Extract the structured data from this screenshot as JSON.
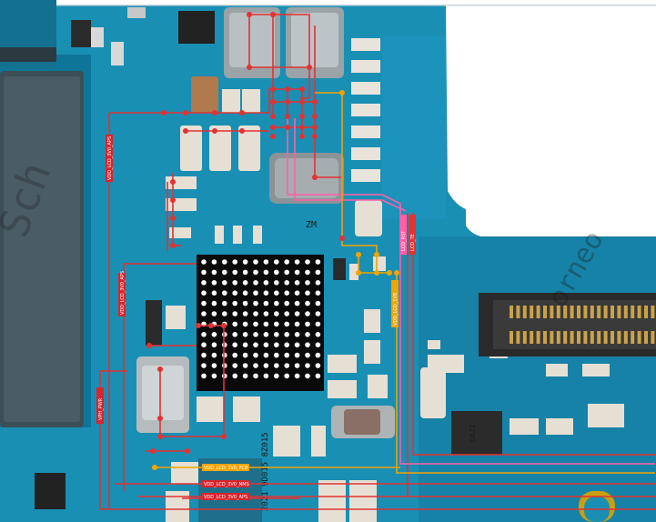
{
  "board": {
    "colors": {
      "pcb": "#1a8fb4",
      "pcb_dark": "#0d6f8e",
      "copper": "#2aa3c8",
      "background": "#ffffff",
      "trace_red": "#e23232",
      "trace_orange": "#f2a400",
      "trace_pink": "#ff5fa8",
      "trace_magenta": "#d23cbe",
      "bga_body": "#0a0a0a",
      "bga_ball": "#ffffff",
      "tag_red": "#d9252d",
      "tag_orange": "#f5a300"
    },
    "net_labels": {
      "left_vertical": "VDD_LCD_3V0_APS",
      "mid_vertical": "VDD_LCD_3V0_APS",
      "left_lower_vertical": "VPH_PWR",
      "bottom_1": "VDD_LCD_3V0_PCB",
      "bottom_2": "VDD_LCD_3V0_NMS",
      "bottom_3": "VDD_LCD_3V0_APS",
      "pink_1": "LCD_RST",
      "pink_2": "LCD_TE",
      "orange_vertical": "VDD_LCD_1V8"
    },
    "watermark": {
      "text_right": "orneo",
      "text_left": "Sch"
    },
    "component_marks": {
      "coil": "ZM",
      "ic_small": "DAJ2",
      "chip_bottom": "2021 9D015 8Z015"
    }
  }
}
